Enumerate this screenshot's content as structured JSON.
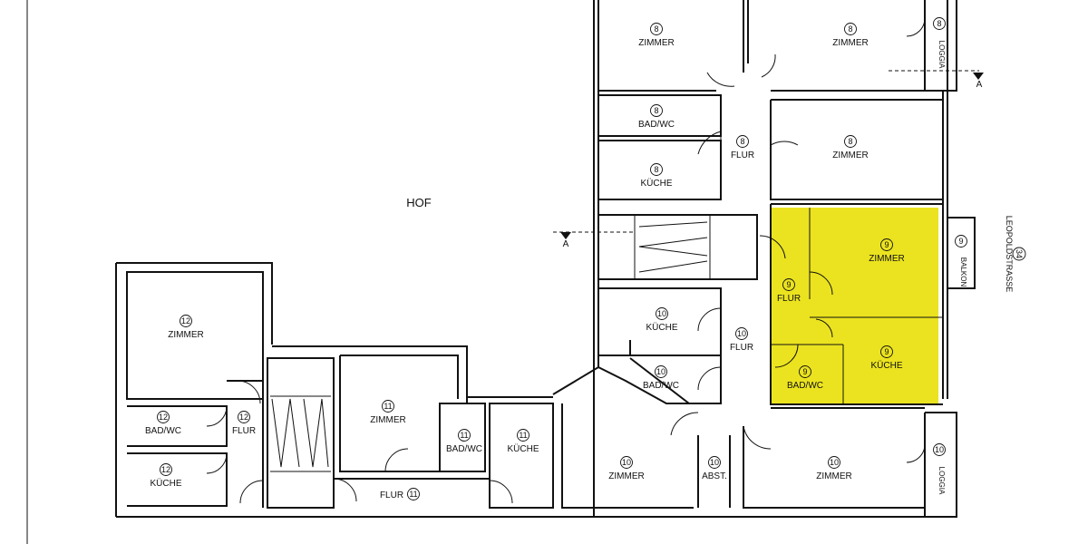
{
  "plan": {
    "courtyard_label": "HOF",
    "street_label": "LEOPOLDSTRASSE",
    "street_number": "34",
    "section_marker": "A",
    "highlight_color": "#ebe31f",
    "highlighted_unit": "9"
  },
  "rooms": {
    "r8_zimmer_a": {
      "num": "8",
      "label": "ZIMMER"
    },
    "r8_zimmer_b": {
      "num": "8",
      "label": "ZIMMER"
    },
    "r8_loggia": {
      "num": "8",
      "label": "LOGGIA"
    },
    "r8_bad": {
      "num": "8",
      "label": "BAD/WC"
    },
    "r8_flur": {
      "num": "8",
      "label": "FLUR"
    },
    "r8_zimmer_c": {
      "num": "8",
      "label": "ZIMMER"
    },
    "r8_kuche": {
      "num": "8",
      "label": "KÜCHE"
    },
    "r9_zimmer": {
      "num": "9",
      "label": "ZIMMER"
    },
    "r9_balkon": {
      "num": "9",
      "label": "BALKON"
    },
    "r9_flur": {
      "num": "9",
      "label": "FLUR"
    },
    "r9_kuche": {
      "num": "9",
      "label": "KÜCHE"
    },
    "r9_bad": {
      "num": "9",
      "label": "BAD/WC"
    },
    "r10_kuche": {
      "num": "10",
      "label": "KÜCHE"
    },
    "r10_flur": {
      "num": "10",
      "label": "FLUR"
    },
    "r10_bad": {
      "num": "10",
      "label": "BAD/WC"
    },
    "r10_zimmer_a": {
      "num": "10",
      "label": "ZIMMER"
    },
    "r10_abst": {
      "num": "10",
      "label": "ABST."
    },
    "r10_zimmer_b": {
      "num": "10",
      "label": "ZIMMER"
    },
    "r10_loggia": {
      "num": "10",
      "label": "LOGGIA"
    },
    "r11_zimmer": {
      "num": "11",
      "label": "ZIMMER"
    },
    "r11_bad": {
      "num": "11",
      "label": "BAD/WC"
    },
    "r11_kuche": {
      "num": "11",
      "label": "KÜCHE"
    },
    "r11_flur": {
      "num": "11",
      "label": "FLUR"
    },
    "r12_zimmer": {
      "num": "12",
      "label": "ZIMMER"
    },
    "r12_bad": {
      "num": "12",
      "label": "BAD/WC"
    },
    "r12_flur": {
      "num": "12",
      "label": "FLUR"
    },
    "r12_kuche": {
      "num": "12",
      "label": "KÜCHE"
    }
  }
}
